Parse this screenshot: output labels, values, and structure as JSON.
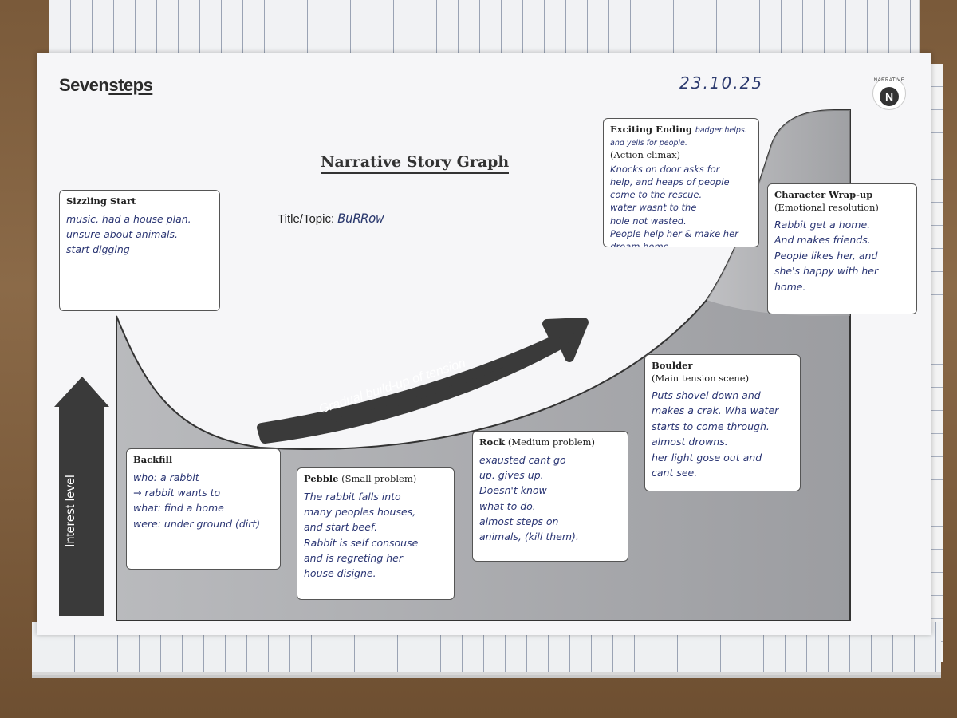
{
  "sheet": {
    "brand_prefix": "Seven",
    "brand_suffix": "steps",
    "date": "23.10.25",
    "badge_label": "NARRATIVE",
    "badge_letter": "N",
    "title": "Narrative Story Graph",
    "topic_label": "Title/Topic:",
    "topic_value": "BuRRow",
    "y_axis_label": "Interest level",
    "arrow_label": "Gradual build-up of tension"
  },
  "stages": {
    "sizzling_start": {
      "heading": "Sizzling Start",
      "subheading": "",
      "notes": "music, had a house plan.\nunsure about animals.\nstart digging"
    },
    "backfill": {
      "heading": "Backfill",
      "subheading": "",
      "notes": "who: a rabbit\n→ rabbit wants to\nwhat: find a home\nwere: under ground (dirt)"
    },
    "pebble": {
      "heading": "Pebble",
      "subheading": "(Small problem)",
      "notes": "The rabbit falls into\nmany peoples houses,\nand start beef.\nRabbit is self consouse\nand is regreting her\nhouse disigne."
    },
    "rock": {
      "heading": "Rock",
      "subheading": "(Medium problem)",
      "notes": "exausted cant go\nup. gives up.\nDoesn't know\nwhat to do.\nalmost steps on\nanimals, (kill them)."
    },
    "boulder": {
      "heading": "Boulder",
      "subheading": "(Main tension scene)",
      "notes": "Puts shovel down and\nmakes a crak. Wha water\nstarts to come through.\nalmost drowns.\nher light gose out and\ncant see."
    },
    "exciting_ending": {
      "heading": "Exciting Ending",
      "subheading": "(Action climax)",
      "margin_note": "badger helps. and yells for people.",
      "notes": "Knocks on door asks for\nhelp, and heaps of people\ncome to the rescue.\nwater wasnt to the\nhole not wasted.\nPeople help her & make her\ndream home."
    },
    "character_wrap_up": {
      "heading": "Character Wrap-up",
      "subheading": "(Emotional resolution)",
      "notes": "Rabbit get a home.\nAnd makes friends.\nPeople likes her, and\nshe's happy with her\nhome."
    }
  },
  "colors": {
    "graph_fill": "#a9aaae",
    "graph_stroke": "#333333",
    "arrow": "#3a3a3a",
    "ink": "#2a3573"
  }
}
